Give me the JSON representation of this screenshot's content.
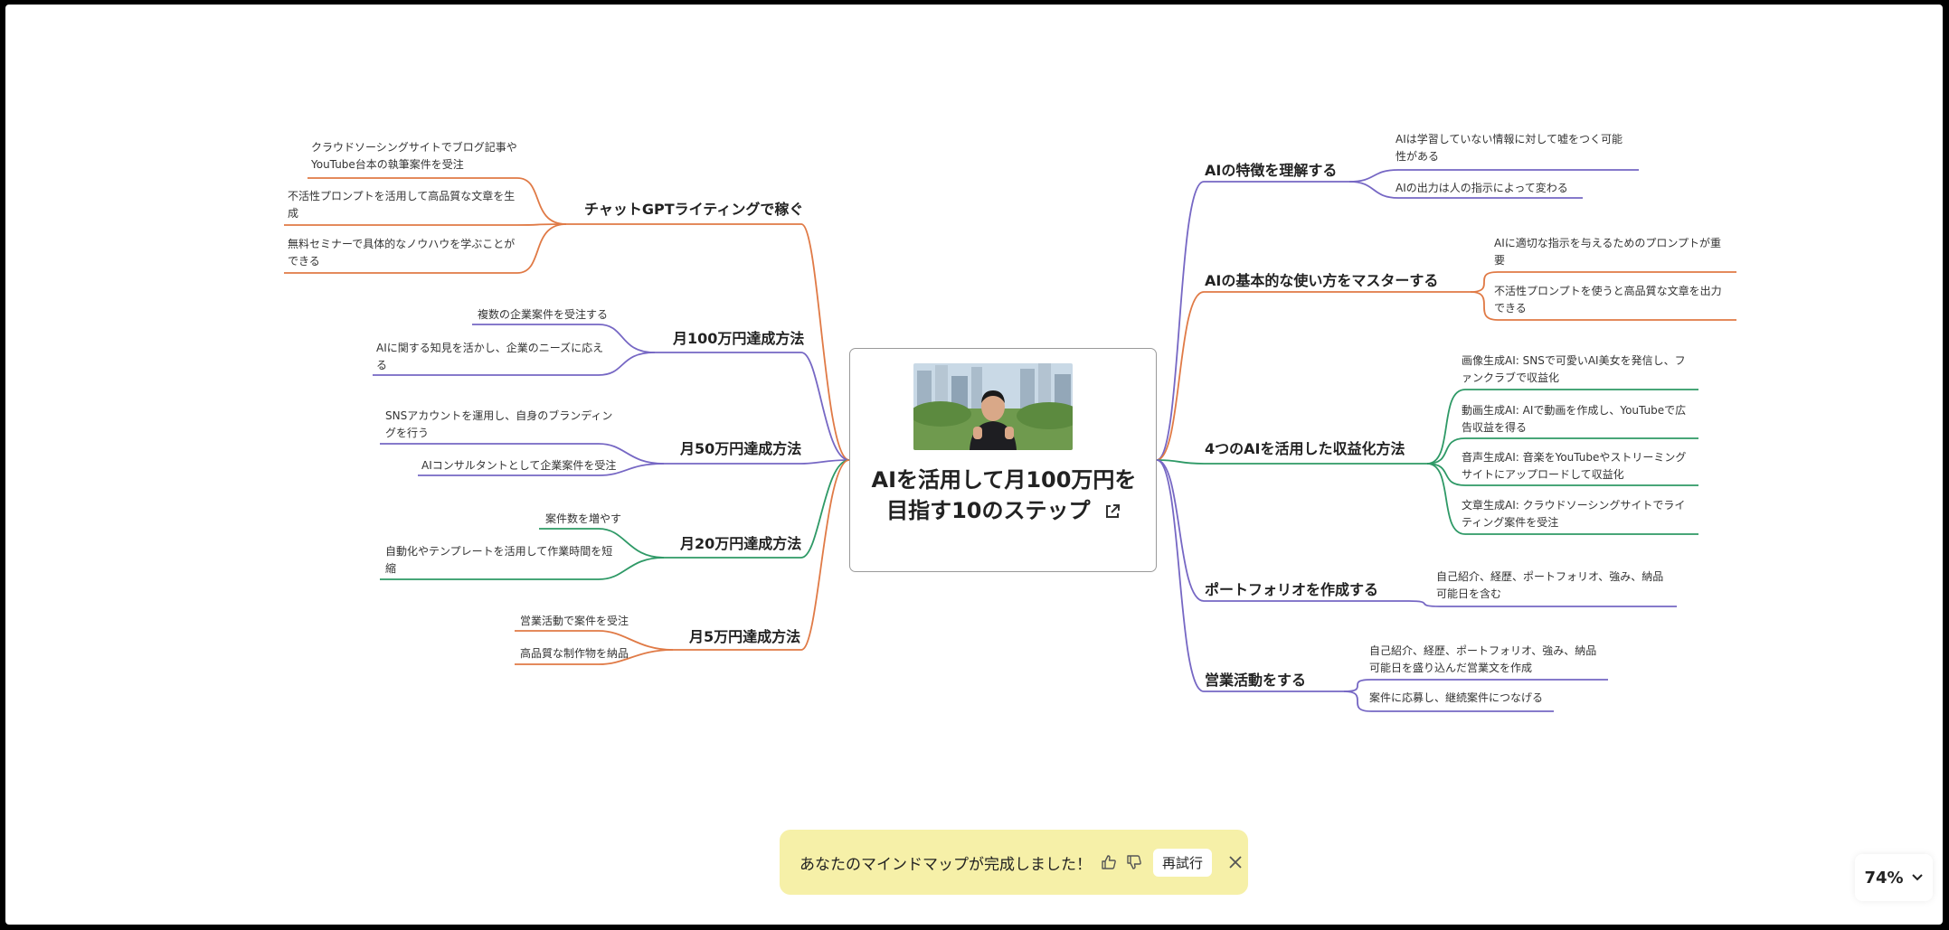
{
  "colors": {
    "orange": "#e07a46",
    "purple": "#7667c4",
    "green": "#2e9966",
    "toast_bg": "#f6f0a8"
  },
  "center": {
    "title": "AIを活用して月100万円を目指す10のステップ",
    "thumbnail": "video-thumbnail-person-in-city",
    "icon": "external-link-icon"
  },
  "left_branches": [
    {
      "label": "チャットGPTライティングで稼ぐ",
      "color": "orange",
      "children": [
        "クラウドソーシングサイトでブログ記事や\nYouTube台本の執筆案件を受注",
        "不活性プロンプトを活用して高品質な文章を生\n成",
        "無料セミナーで具体的なノウハウを学ぶことが\nできる"
      ]
    },
    {
      "label": "月100万円達成方法",
      "color": "purple",
      "children": [
        "複数の企業案件を受注する",
        "AIに関する知見を活かし、企業のニーズに応え\nる"
      ]
    },
    {
      "label": "月50万円達成方法",
      "color": "purple",
      "children": [
        "SNSアカウントを運用し、自身のブランディン\nグを行う",
        "AIコンサルタントとして企業案件を受注"
      ]
    },
    {
      "label": "月20万円達成方法",
      "color": "green",
      "children": [
        "案件数を増やす",
        "自動化やテンプレートを活用して作業時間を短\n縮"
      ]
    },
    {
      "label": "月5万円達成方法",
      "color": "orange",
      "children": [
        "営業活動で案件を受注",
        "高品質な制作物を納品"
      ]
    }
  ],
  "right_branches": [
    {
      "label": "AIの特徴を理解する",
      "color": "purple",
      "children": [
        "AIは学習していない情報に対して嘘をつく可能\n性がある",
        "AIの出力は人の指示によって変わる"
      ]
    },
    {
      "label": "AIの基本的な使い方をマスターする",
      "color": "orange",
      "children": [
        "AIに適切な指示を与えるためのプロンプトが重\n要",
        "不活性プロンプトを使うと高品質な文章を出力\nできる"
      ]
    },
    {
      "label": "4つのAIを活用した収益化方法",
      "color": "green",
      "children": [
        "画像生成AI: SNSで可愛いAI美女を発信し、フ\nァンクラブで収益化",
        "動画生成AI: AIで動画を作成し、YouTubeで広\n告収益を得る",
        "音声生成AI: 音楽をYouTubeやストリーミング\nサイトにアップロードして収益化",
        "文章生成AI: クラウドソーシングサイトでライ\nティング案件を受注"
      ]
    },
    {
      "label": "ポートフォリオを作成する",
      "color": "purple",
      "children": [
        "自己紹介、経歴、ポートフォリオ、強み、納品\n可能日を含む"
      ]
    },
    {
      "label": "営業活動をする",
      "color": "purple",
      "children": [
        "自己紹介、経歴、ポートフォリオ、強み、納品\n可能日を盛り込んだ営業文を作成",
        "案件に応募し、継続案件につなげる"
      ]
    }
  ],
  "toast": {
    "message": "あなたのマインドマップが完成しました！",
    "retry_label": "再試行",
    "icons": [
      "thumbs-up-icon",
      "thumbs-down-icon",
      "close-icon"
    ]
  },
  "zoom": {
    "level": "74%"
  }
}
